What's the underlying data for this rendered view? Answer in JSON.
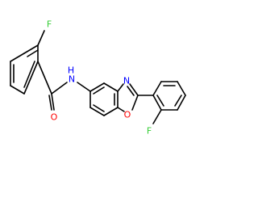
{
  "atom_labels": {
    "f_top": "F",
    "f_bottom": "F",
    "nh": "N",
    "h": "H",
    "n_ring": "N",
    "o_ring": "O",
    "o_carbonyl": "O"
  },
  "colors": {
    "carbon_bond": "#000000",
    "nitrogen": "#0000ff",
    "oxygen": "#ff0000",
    "fluorine": "#33cc33"
  }
}
